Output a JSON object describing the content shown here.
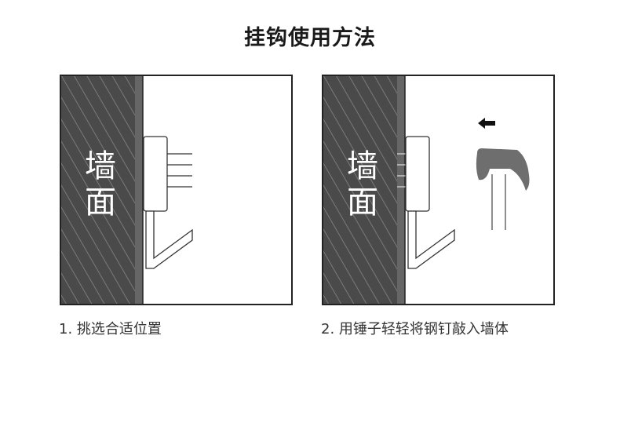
{
  "title": "挂钩使用方法",
  "wall_label": "墙面",
  "steps": [
    {
      "caption": "1. 挑选合适位置"
    },
    {
      "caption": "2. 用锤子轻轻将钢钉敲入墙体"
    }
  ],
  "colors": {
    "wall": "#4a4a4a",
    "stripe": "#7a7a7a",
    "wall_edge": "#666666",
    "hammer": "#6e6e6e",
    "line": "#333333"
  },
  "icons": [
    "left-arrow-icon",
    "hammer-icon",
    "hook-icon"
  ]
}
